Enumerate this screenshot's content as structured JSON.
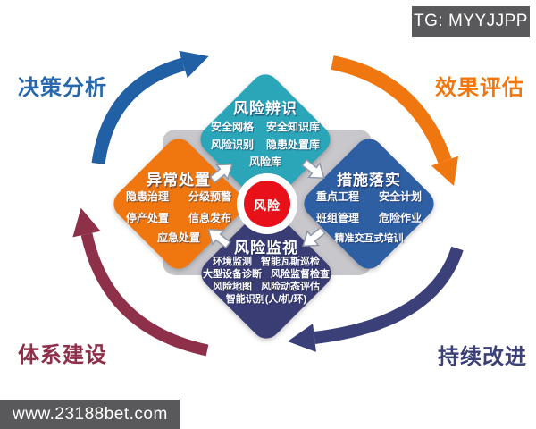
{
  "watermarks": {
    "top_right": {
      "text": "TG: MYYJJPP",
      "bg": "#59595b",
      "fg": "#ffffff"
    },
    "bottom_left": {
      "text": "www.23188bet.com",
      "bg": "#59595b",
      "fg": "#ffffff"
    }
  },
  "center": {
    "label": "风险",
    "color": "#e8111a"
  },
  "panel_bg": "#c8c8cc",
  "corner_labels": [
    {
      "label": "决策分析",
      "color": "#2767ab",
      "position": "top-left"
    },
    {
      "label": "效果评估",
      "color": "#f0770f",
      "position": "top-right"
    },
    {
      "label": "体系建设",
      "color": "#8e3049",
      "position": "bottom-left"
    },
    {
      "label": "持续改进",
      "color": "#3c4078",
      "position": "bottom-right"
    }
  ],
  "cycle_arrows": [
    {
      "name": "top-left",
      "color": "#2160a5"
    },
    {
      "name": "top-right",
      "color": "#f0770f"
    },
    {
      "name": "bottom-right",
      "color": "#3c4078"
    },
    {
      "name": "bottom-left",
      "color": "#8e3049"
    }
  ],
  "diamonds": [
    {
      "title": "风险辨识",
      "color": "#2ba6b8",
      "position": "top",
      "items": [
        "安全网格",
        "安全知识库",
        "风险识别",
        "隐患处置库",
        "风险库"
      ]
    },
    {
      "title": "异常处置",
      "color": "#f0770f",
      "position": "left",
      "items": [
        "隐患治理",
        "分级预警",
        "停产处置",
        "信息发布",
        "应急处置"
      ]
    },
    {
      "title": "措施落实",
      "color": "#2e5fa3",
      "position": "right",
      "items": [
        "重点工程",
        "安全计划",
        "班组管理",
        "危险作业",
        "精准交互式培训"
      ]
    },
    {
      "title": "风险监视",
      "color": "#3a3d73",
      "position": "bottom",
      "items": [
        "环境监测",
        "智能瓦斯巡检",
        "大型设备诊断",
        "风险监督检查",
        "风险地图",
        "风险动态评估",
        "智能识别(人/机/环)"
      ]
    }
  ]
}
